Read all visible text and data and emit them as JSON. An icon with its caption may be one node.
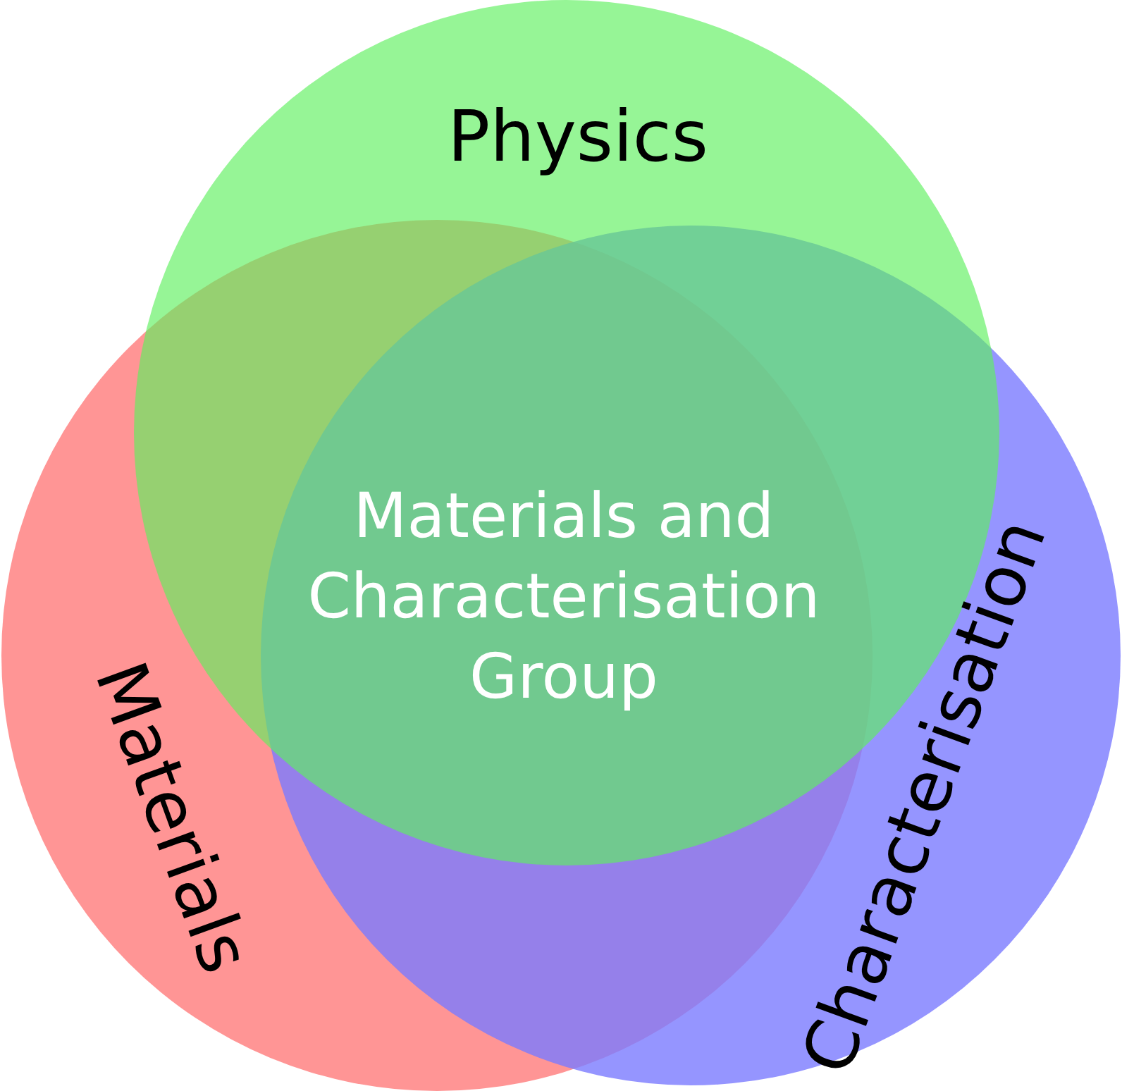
{
  "diagram": {
    "nodes": [
      {
        "text": [
          "Physics"
        ]
      },
      {
        "text": [
          "Materials"
        ]
      },
      {
        "text": [
          "Characterisation"
        ]
      }
    ],
    "labels": [
      "Materials and Characterisation Group"
    ]
  }
}
